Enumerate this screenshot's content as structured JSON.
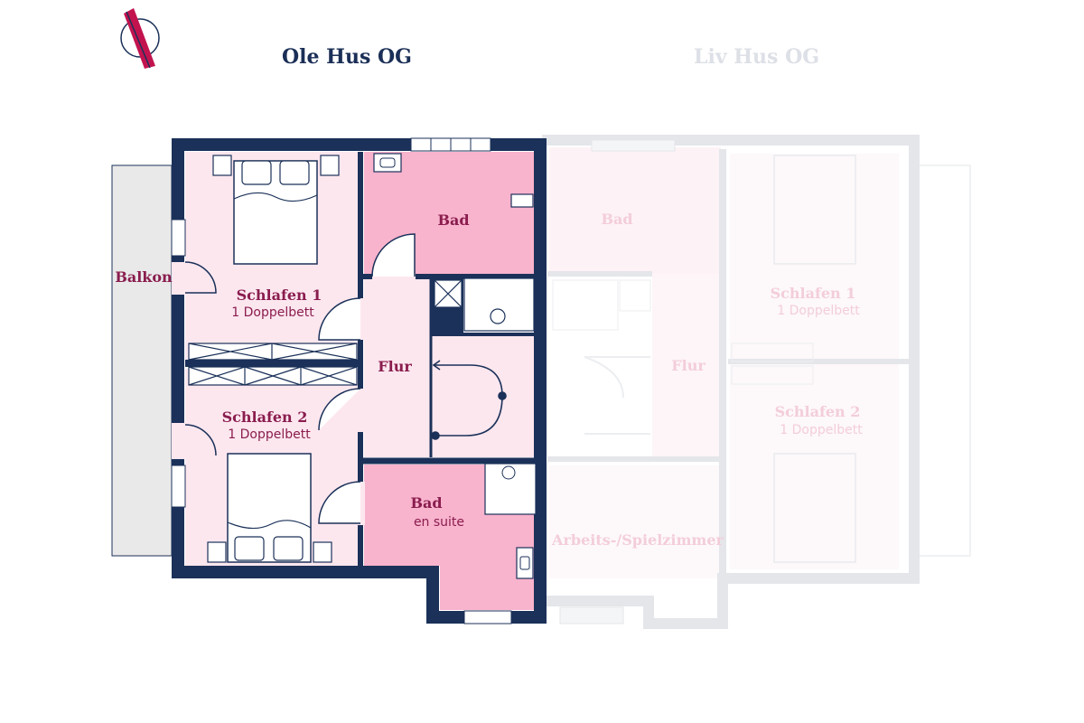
{
  "titles": {
    "left": "Ole Hus OG",
    "right": "Liv Hus OG"
  },
  "colors": {
    "wall": "#1b3159",
    "room_light": "#fde7ef",
    "room_bath": "#f8b3cd",
    "label": "#8a1d4e",
    "balcony": "#e9e9e9",
    "faded_wall": "#e4e6ea",
    "faded_label": "#f3cddb",
    "compass_red": "#c2134f"
  },
  "left_unit": {
    "balcony": "Balkon",
    "bedroom1": {
      "name": "Schlafen 1",
      "beds": "1 Doppelbett"
    },
    "bedroom2": {
      "name": "Schlafen 2",
      "beds": "1 Doppelbett"
    },
    "bath": "Bad",
    "hall": "Flur",
    "ensuite": {
      "name": "Bad",
      "sub": "en suite"
    }
  },
  "right_unit": {
    "bath": "Bad",
    "hall": "Flur",
    "bedroom1": {
      "name": "Schlafen 1",
      "beds": "1 Doppelbett"
    },
    "bedroom2": {
      "name": "Schlafen 2",
      "beds": "1 Doppelbett"
    },
    "office": "Arbeits-/Spielzimmer"
  },
  "icons": {
    "compass": "north-arrow-icon"
  }
}
